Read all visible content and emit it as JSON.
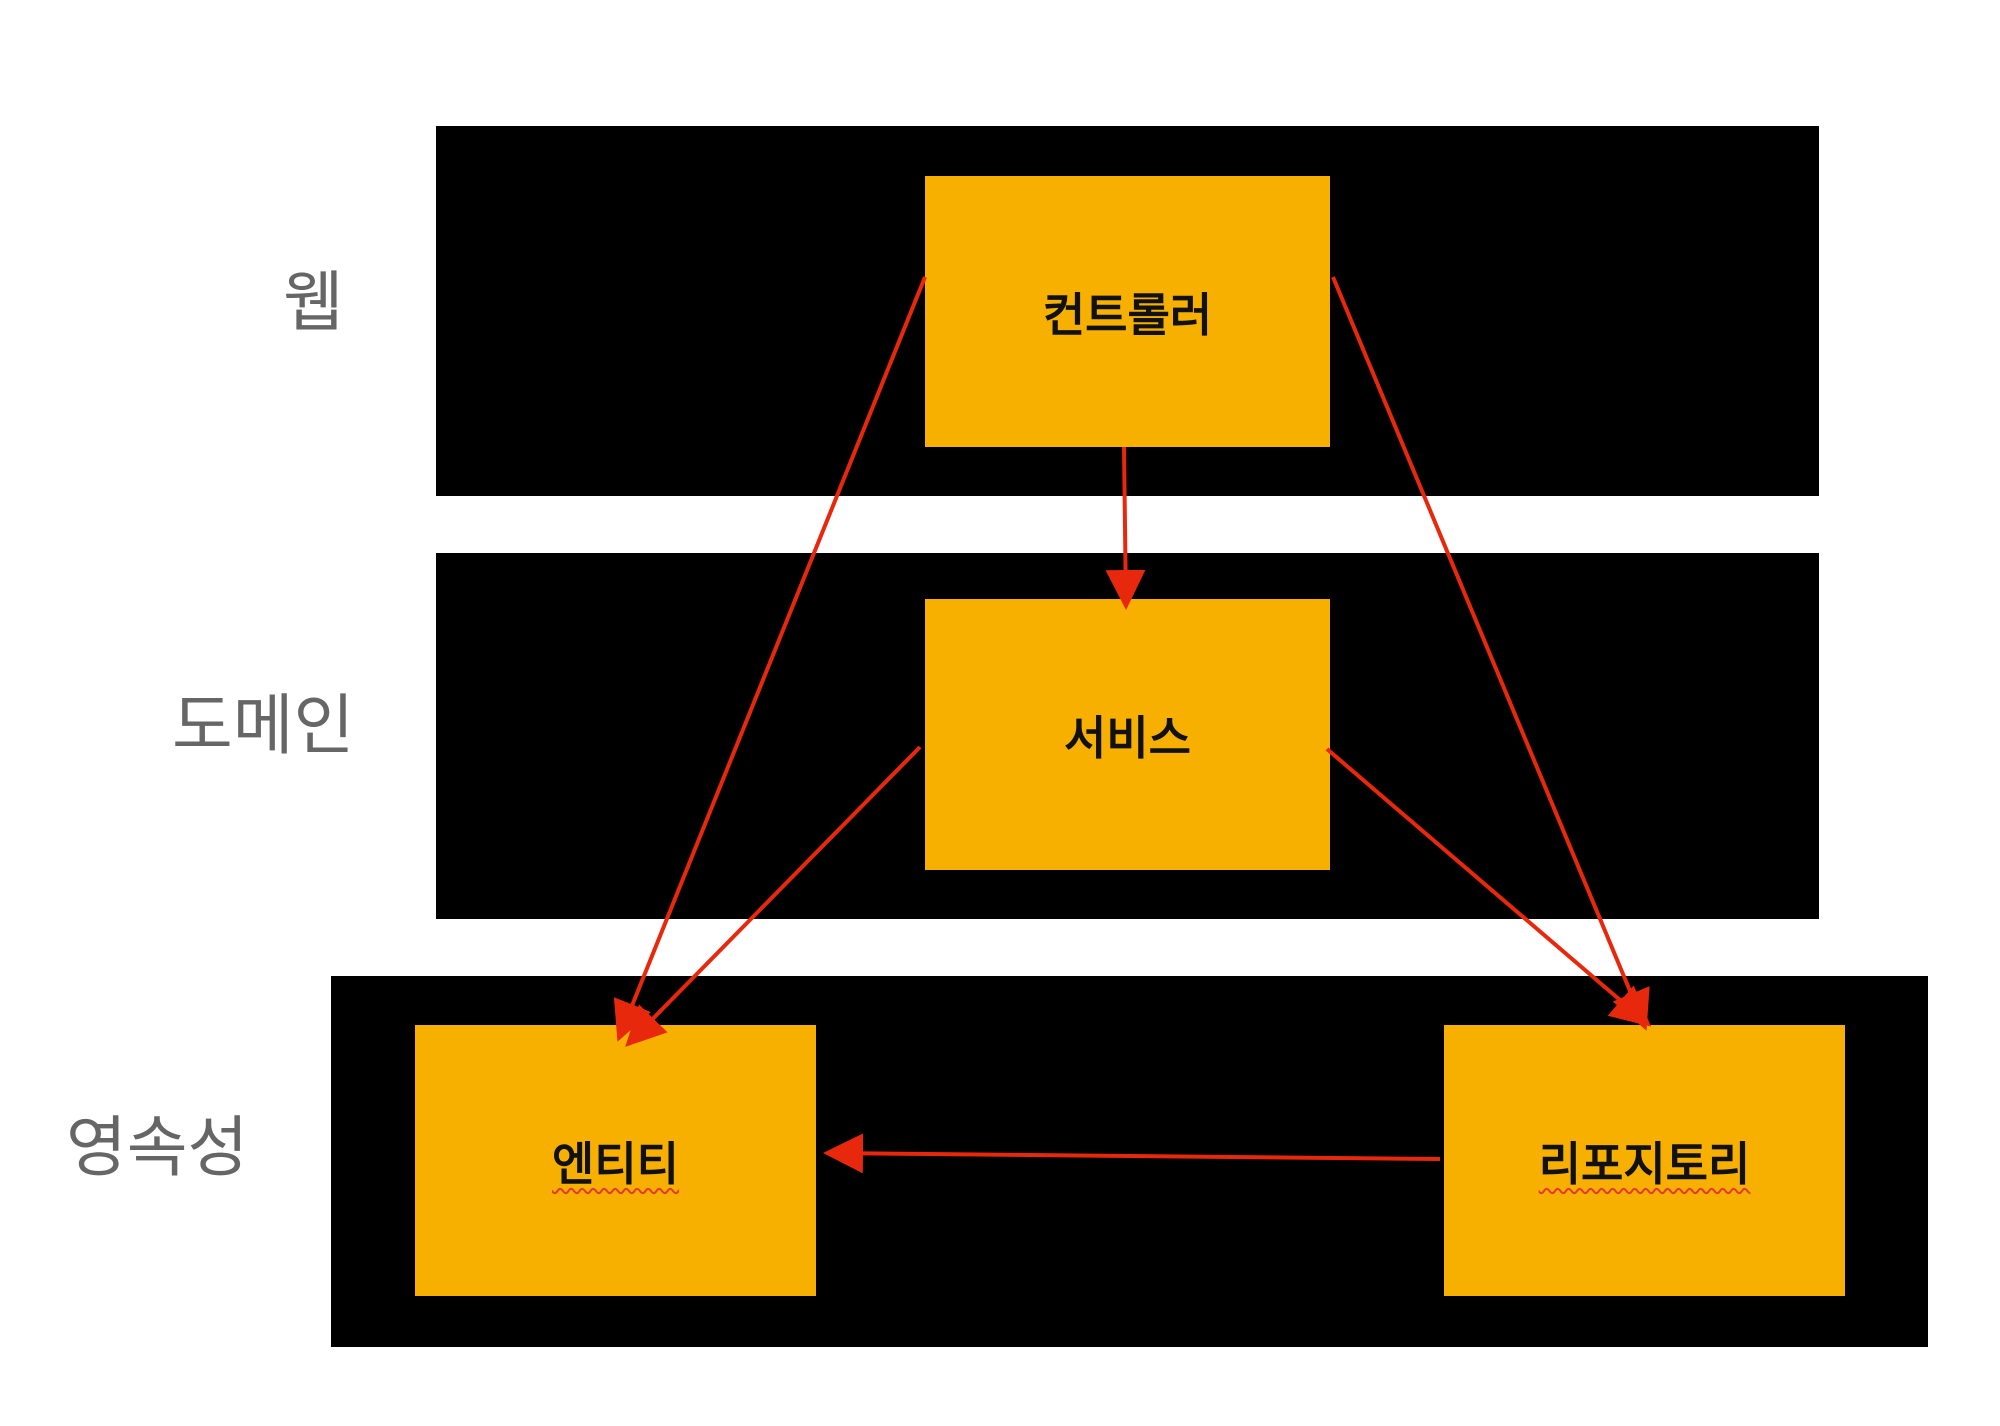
{
  "layers": {
    "web": {
      "label": "웹"
    },
    "domain": {
      "label": "도메인"
    },
    "persistence": {
      "label": "영속성"
    }
  },
  "nodes": {
    "controller": {
      "label": "컨트롤러"
    },
    "service": {
      "label": "서비스"
    },
    "entity": {
      "label": "엔티티"
    },
    "repository": {
      "label": "리포지토리"
    }
  },
  "edges": [
    {
      "from": "controller",
      "to": "service"
    },
    {
      "from": "controller",
      "to": "entity"
    },
    {
      "from": "controller",
      "to": "repository"
    },
    {
      "from": "service",
      "to": "entity"
    },
    {
      "from": "service",
      "to": "repository"
    },
    {
      "from": "repository",
      "to": "entity"
    }
  ],
  "colors": {
    "band": "#000000",
    "node": "#f7b000",
    "arrow": "#e8280c",
    "label": "#666666"
  }
}
